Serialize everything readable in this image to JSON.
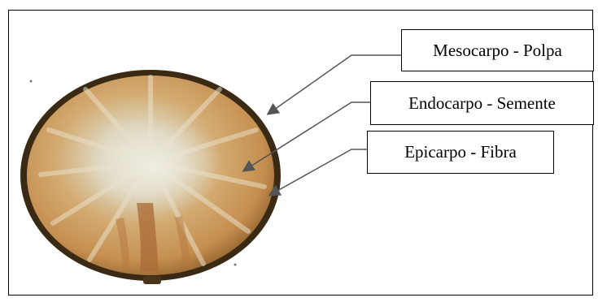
{
  "labels": {
    "mesocarp": "Mesocarpo - Polpa",
    "endocarp": "Endocarpo - Semente",
    "epicarp": "Epicarpo - Fibra"
  },
  "colors": {
    "rind": "#3a2a14",
    "flesh": "#c99a5c",
    "core": "#e4e0d0",
    "arrow": "#555555"
  }
}
